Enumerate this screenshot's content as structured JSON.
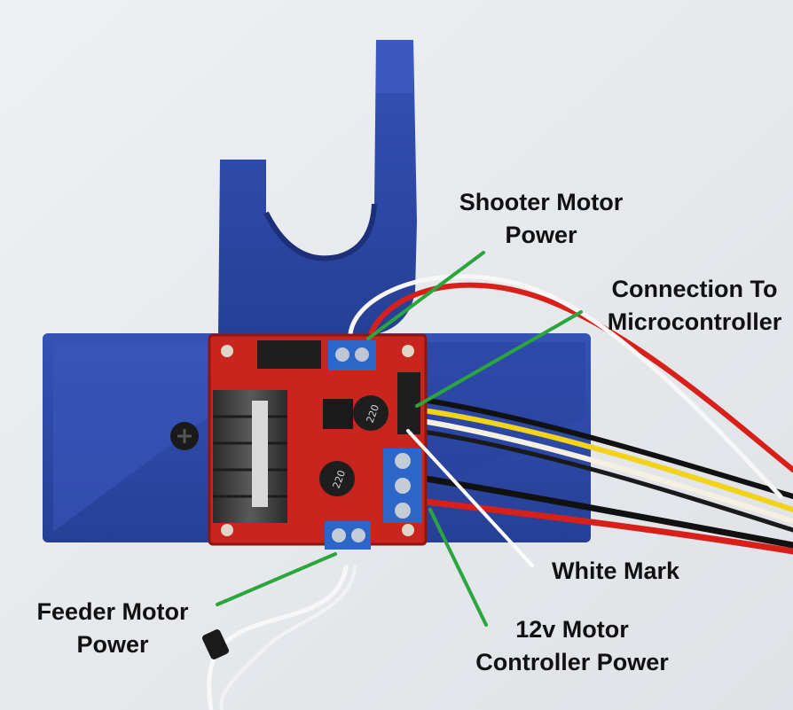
{
  "colors": {
    "background": "#e9ebee",
    "mount_blue": "#2f4aa8",
    "board_red": "#c8251f",
    "callout_line_green": "#2aa63d",
    "callout_line_white": "#ffffff",
    "callout_text": "#111111"
  },
  "labels": {
    "shooter_motor_power": {
      "line1": "Shooter Motor",
      "line2": "Power"
    },
    "connection_to_microcontroller": {
      "line1": "Connection To",
      "line2": "Microcontroller"
    },
    "white_mark": {
      "line1": "White Mark"
    },
    "feeder_motor_power": {
      "line1": "Feeder Motor",
      "line2": "Power"
    },
    "motor_controller_power": {
      "line1": "12v Motor",
      "line2": "Controller Power"
    }
  },
  "capacitor_marking": "220"
}
